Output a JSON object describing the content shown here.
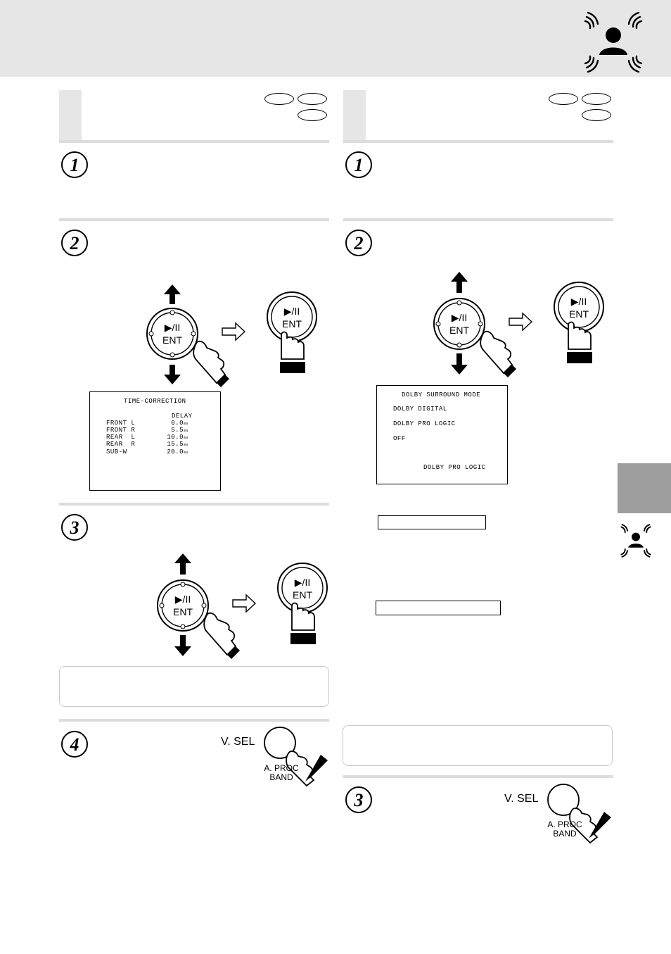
{
  "steps": {
    "one": "1",
    "two": "2",
    "three": "3",
    "four": "4"
  },
  "controller": {
    "enter_label": "ENT",
    "play_pause_glyph": "▶/II"
  },
  "time_correction_screen": {
    "title": "TIME-CORRECTION",
    "column_header": "DELAY",
    "rows": [
      {
        "channel": "FRONT L",
        "value": "0.0",
        "unit": "ms"
      },
      {
        "channel": "FRONT R",
        "value": "5.5",
        "unit": "ms"
      },
      {
        "channel": "REAR  L",
        "value": "10.0",
        "unit": "ms"
      },
      {
        "channel": "REAR  R",
        "value": "15.5",
        "unit": "ms"
      },
      {
        "channel": "SUB-W",
        "value": "20.0",
        "unit": "ms"
      }
    ]
  },
  "dolby_screen": {
    "title": "DOLBY SURROUND MODE",
    "options": [
      "DOLBY DIGITAL",
      "DOLBY PRO LOGIC",
      "OFF"
    ],
    "current": "DOLBY PRO LOGIC"
  },
  "vsel_button": {
    "top_label": "V. SEL",
    "bottom_label_1": "A. PROC",
    "bottom_label_2": "BAND"
  },
  "icons": {
    "surround": "listener-surround-icon",
    "hand": "pointing-hand-icon"
  }
}
